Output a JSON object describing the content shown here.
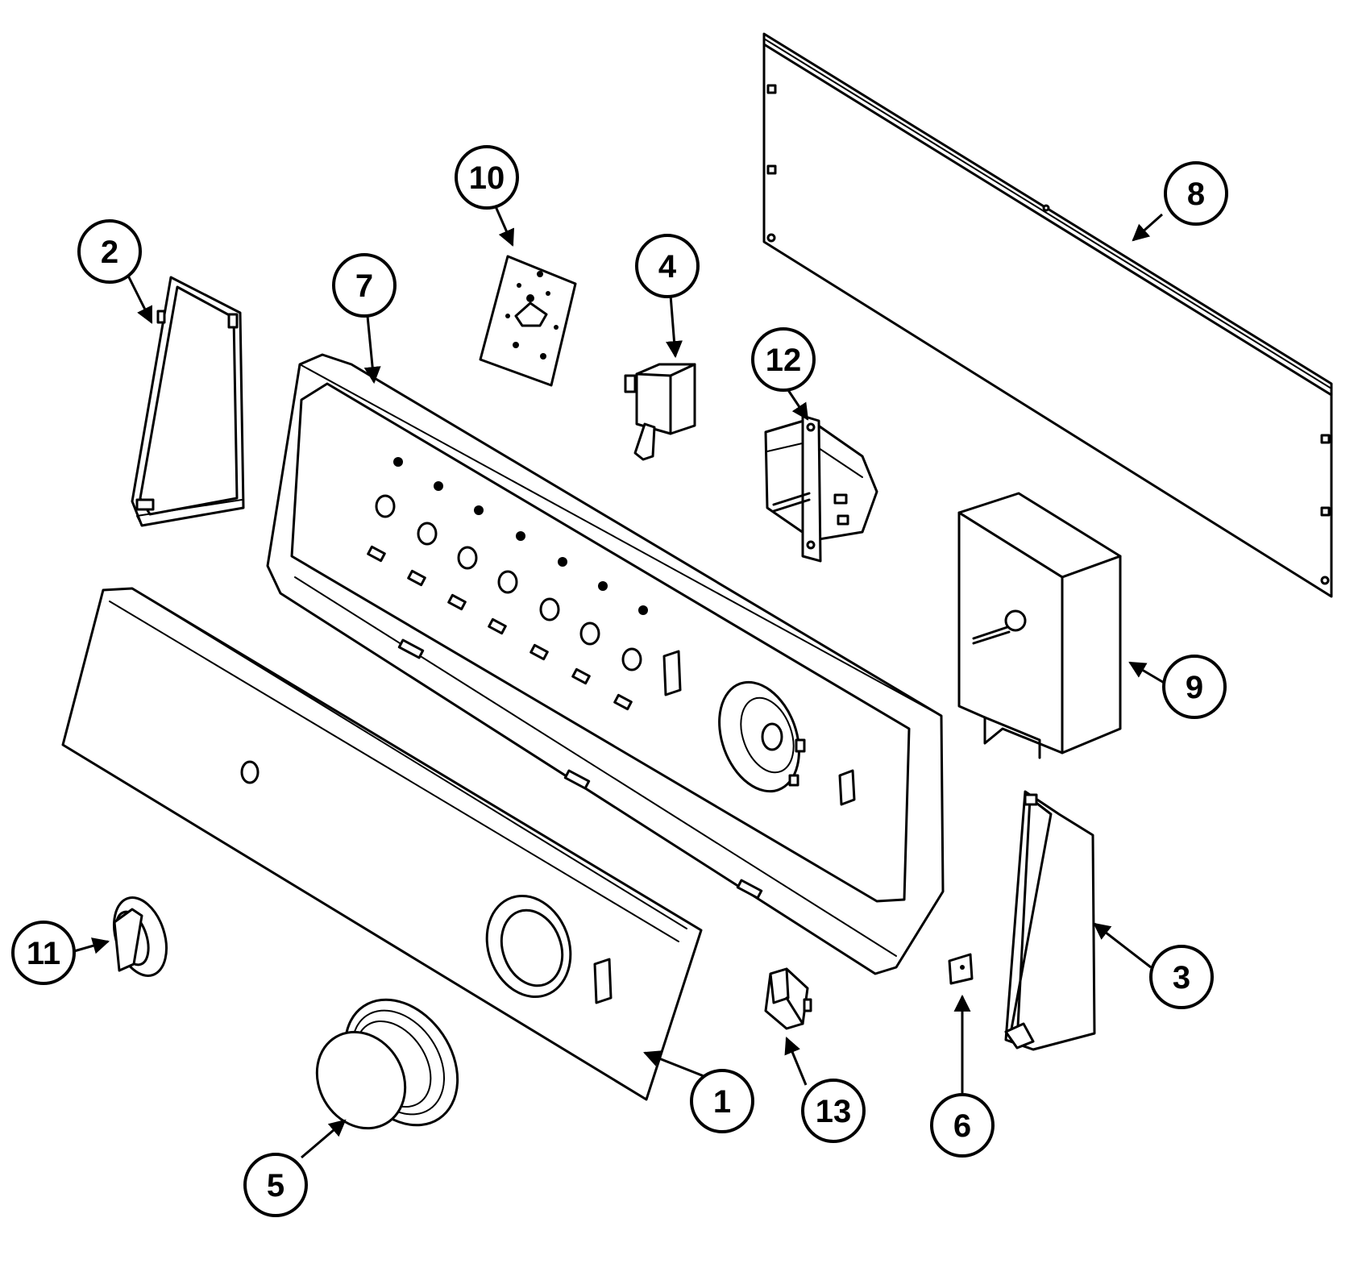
{
  "diagram": {
    "colors": {
      "ink": "#000000",
      "paper": "#ffffff"
    },
    "callouts": [
      {
        "id": "1",
        "label": "1"
      },
      {
        "id": "2",
        "label": "2"
      },
      {
        "id": "3",
        "label": "3"
      },
      {
        "id": "4",
        "label": "4"
      },
      {
        "id": "5",
        "label": "5"
      },
      {
        "id": "6",
        "label": "6"
      },
      {
        "id": "7",
        "label": "7"
      },
      {
        "id": "8",
        "label": "8"
      },
      {
        "id": "9",
        "label": "9"
      },
      {
        "id": "10",
        "label": "10"
      },
      {
        "id": "11",
        "label": "11"
      },
      {
        "id": "12",
        "label": "12"
      },
      {
        "id": "13",
        "label": "13"
      }
    ]
  }
}
